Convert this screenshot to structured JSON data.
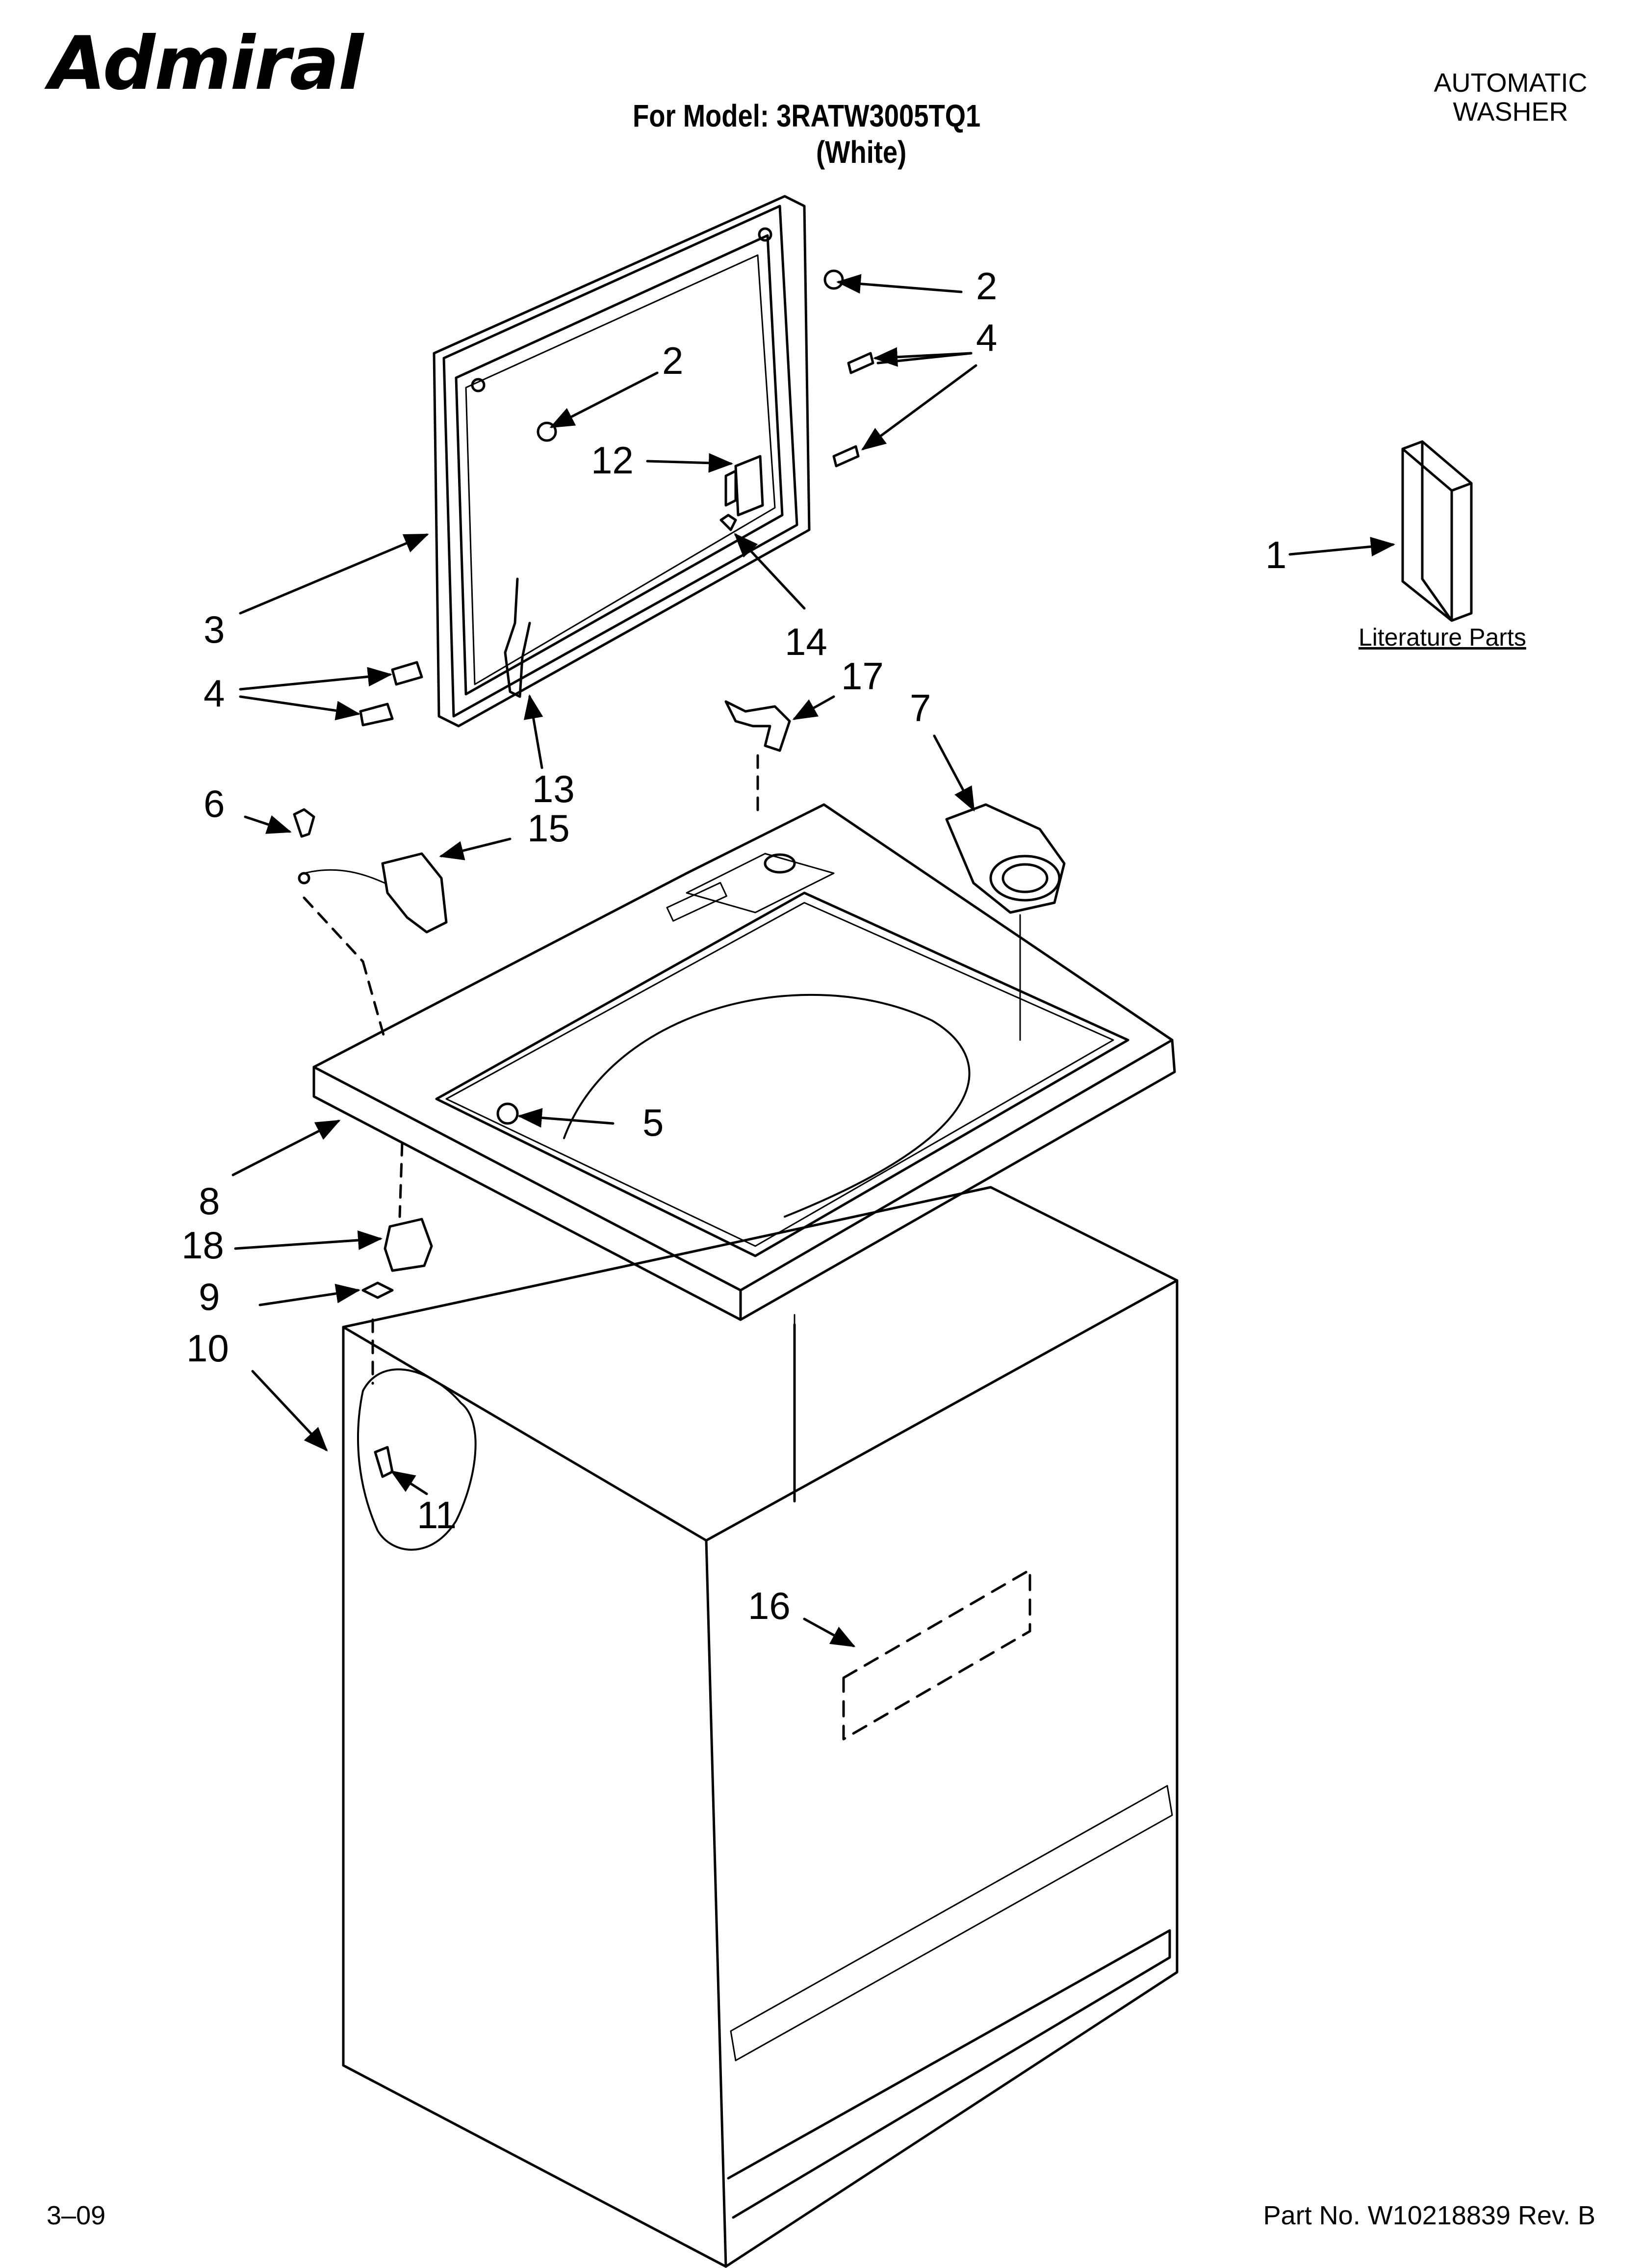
{
  "header": {
    "brand": "Admiral",
    "model_line": "For Model: 3RATW3005TQ1",
    "color_line": "(White)",
    "product_line1": "AUTOMATIC",
    "product_line2": "WASHER"
  },
  "literature_label": "Literature Parts",
  "callouts": [
    "1",
    "2",
    "2",
    "3",
    "4",
    "4",
    "5",
    "6",
    "7",
    "8",
    "9",
    "10",
    "11",
    "12",
    "13",
    "14",
    "15",
    "16",
    "17",
    "18"
  ],
  "footer": {
    "code": "3–09",
    "part_no": "Part No. W10218839 Rev. B"
  }
}
